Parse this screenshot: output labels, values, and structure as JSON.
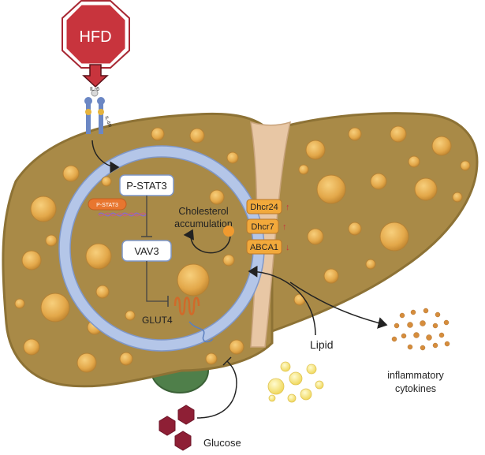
{
  "stop_sign": {
    "label": "HFD",
    "color": "#c8343d"
  },
  "receptor": {
    "ligand_label": "IL-6",
    "receptor_label": "IL-6R"
  },
  "pathway": {
    "pstat3_box": "P-STAT3",
    "pstat3_pill": "P-STAT3",
    "vav3_box": "VAV3",
    "glut4_label": "GLUT4",
    "cholesterol_label_line1": "Cholesterol",
    "cholesterol_label_line2": "accumulation"
  },
  "genes": [
    {
      "label": "Dhcr24",
      "arrow": "↑"
    },
    {
      "label": "Dhcr7",
      "arrow": "↑"
    },
    {
      "label": "ABCA1",
      "arrow": "↓"
    }
  ],
  "lipid_label": "Lipid",
  "glucose_label": "Glucose",
  "cytokines_label_line1": "inflammatory",
  "cytokines_label_line2": "cytokines",
  "colors": {
    "liver": "#a98a47",
    "liver_edge": "#8d7235",
    "ligament": "#e8c7a5",
    "gallbladder": "#4f7f4a",
    "cell_ring": "#b4c6e8",
    "cell_ring_edge": "#7f97c8",
    "gene_box": "#f2a93b",
    "glucose": "#8e1f35",
    "lipid": "#f6e27a",
    "cytokine": "#d68d3c"
  }
}
